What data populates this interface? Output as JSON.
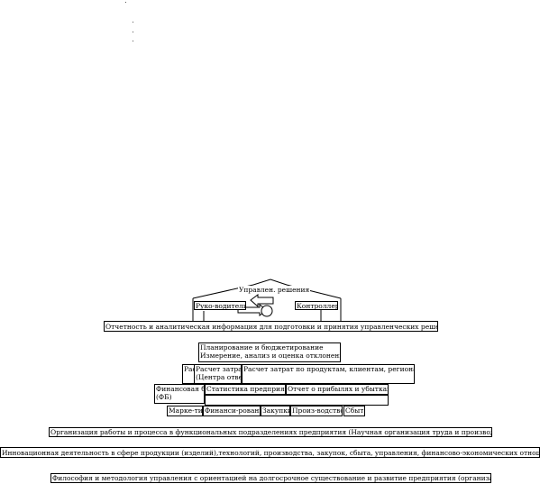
{
  "top": {
    "roof_label": "Управлен. решения",
    "managers": "Руко-водители",
    "controller": "Контроллер"
  },
  "reporting": "Отчетность и аналитическая информация для подготовки и принятия управленческих решений",
  "planning": {
    "line1": "Планирование и бюджетирование",
    "line2": "Измерение, анализ и оценка отклонений"
  },
  "costs": {
    "left": "Расчет затрат по",
    "middle_line1": "Расчет затрат",
    "middle_line2": "(Центра ответст.)",
    "right": "Расчет затрат по продуктам, клиентам, регионам"
  },
  "finance": {
    "financial_line1": "Финансовая бухгалтерия",
    "financial_line2": "(ФБ)",
    "statistics": "Статистика предприятия",
    "profit_loss": "Отчет о прибылях и убытках"
  },
  "functions": [
    "Марке-тинг",
    "Финанси-рование",
    "Закупки",
    "Произ-водство",
    "Сбыт"
  ],
  "organization": "Организация работы и процесса в функциональных подразделениях предприятия (Научная организация труда и производства)",
  "innovation": "Инновационная деятельность в сфере продукции (изделий),технологий, производства, закупок, сбыта, управления, финансово-экономических отношений",
  "philosophy": "Философия и методология управления с ориентацией на долгосрочное существование и развитие предприятия (организации)"
}
